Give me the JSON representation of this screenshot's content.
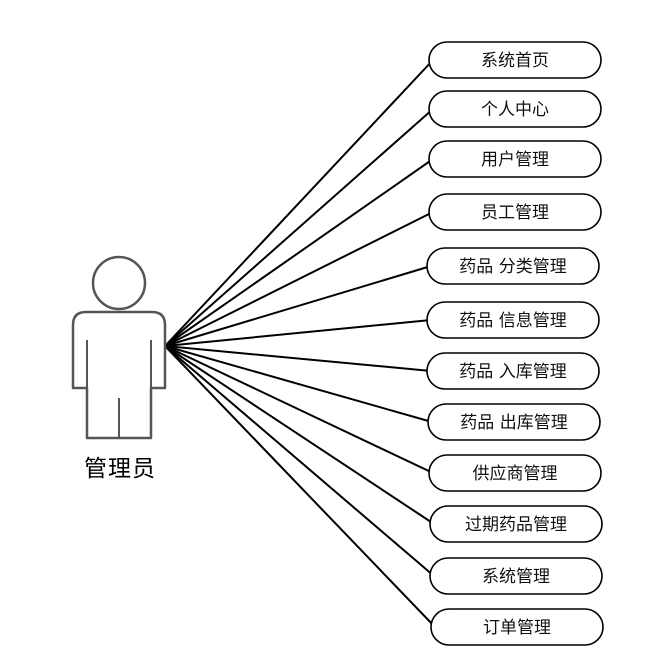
{
  "actor": {
    "name": "管理员",
    "icon": "person-icon"
  },
  "use_cases": [
    "系统首页",
    "个人中心",
    "用户管理",
    "员工管理",
    "药品 分类管理",
    "药品 信息管理",
    "药品 入库管理",
    "药品 出库管理",
    "供应商管理",
    "过期药品管理",
    "系统管理",
    "订单管理"
  ]
}
